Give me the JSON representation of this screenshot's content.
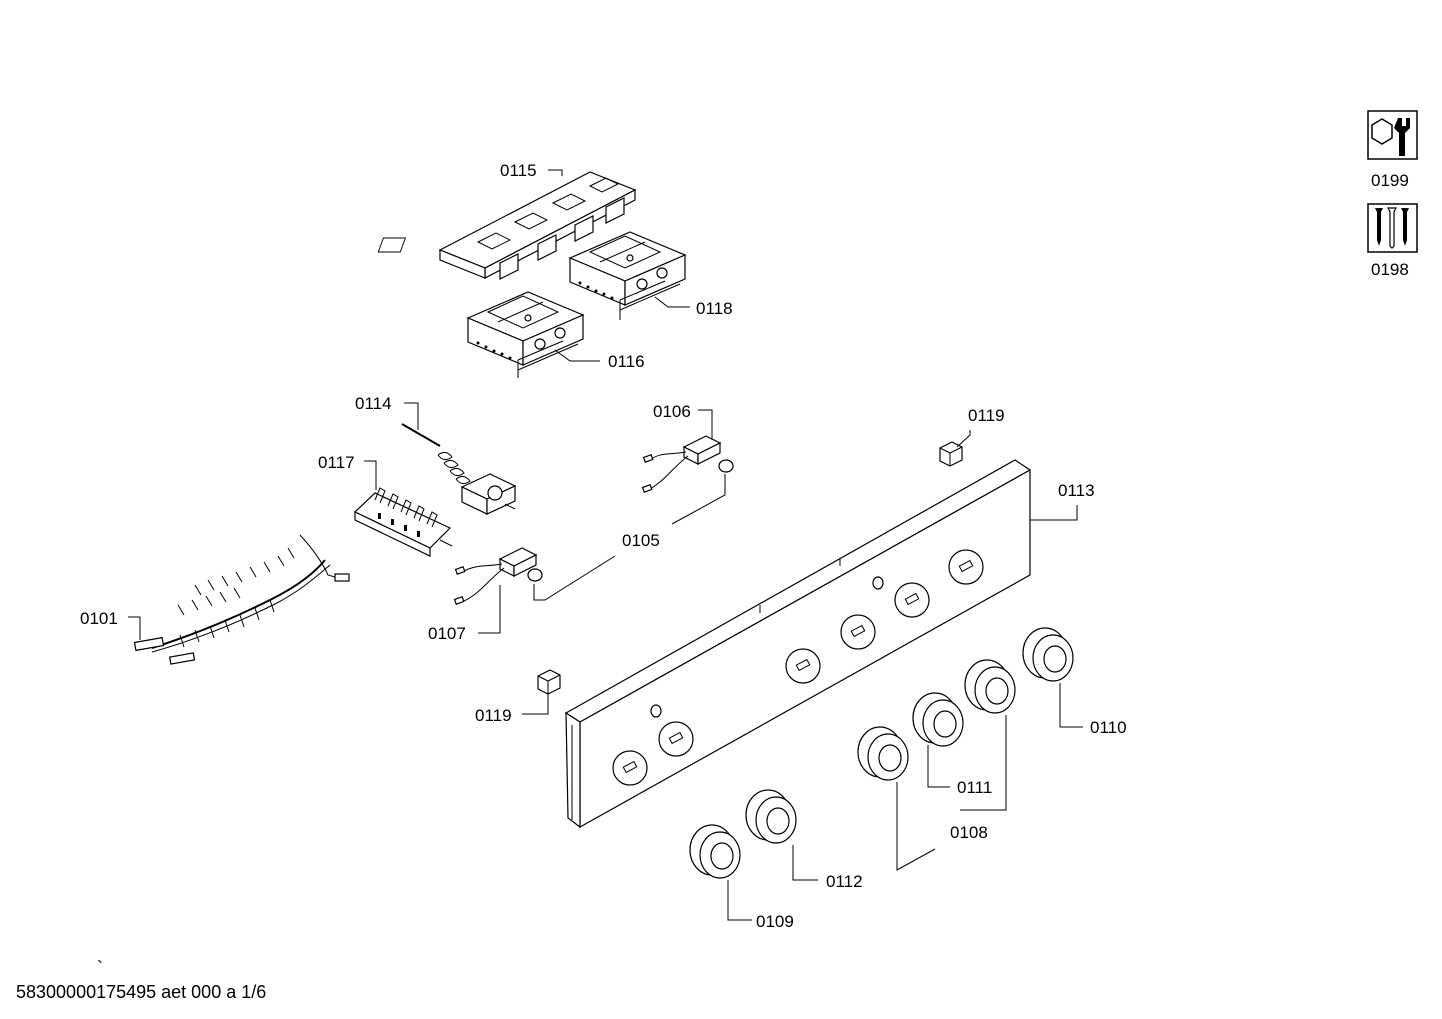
{
  "labels": {
    "p0101": "0101",
    "p0105": "0105",
    "p0106": "0106",
    "p0107": "0107",
    "p0108": "0108",
    "p0109": "0109",
    "p0110": "0110",
    "p0111": "0111",
    "p0112": "0112",
    "p0113": "0113",
    "p0114": "0114",
    "p0115": "0115",
    "p0116": "0116",
    "p0117": "0117",
    "p0118": "0118",
    "p0119a": "0119",
    "p0119b": "0119",
    "p0198": "0198",
    "p0199": "0199"
  },
  "footer": "58300000175495 aet 000 a 1/6",
  "tick_mark": "`",
  "icons": [
    "wrench-nut-icon",
    "screws-icon"
  ]
}
